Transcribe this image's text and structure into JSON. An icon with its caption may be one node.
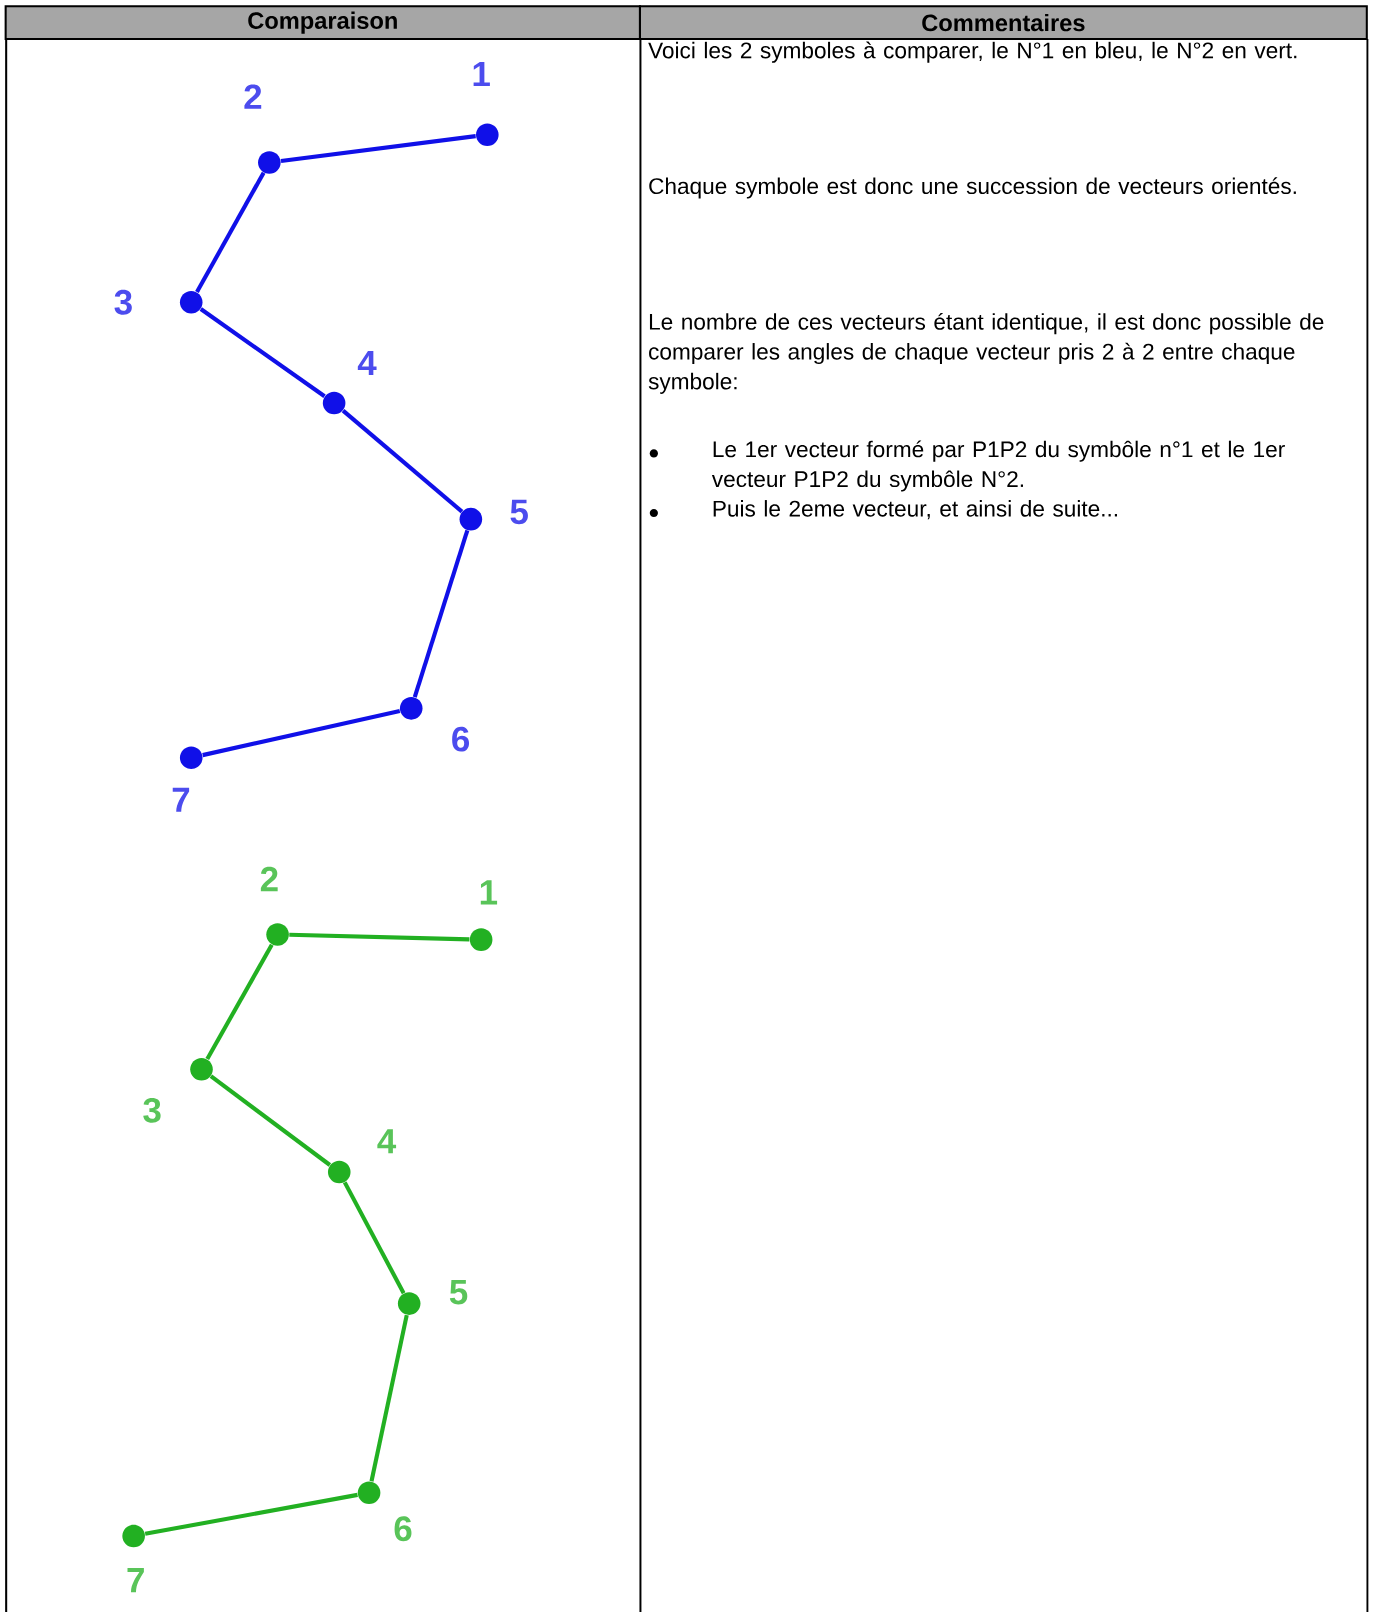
{
  "diagram": {
    "nodes": [
      {
        "text": [],
        "shape": "circle",
        "beside": [
          "1"
        ]
      },
      {
        "text": [],
        "shape": "circle",
        "beside": [
          "2"
        ]
      },
      {
        "text": [],
        "shape": "circle",
        "beside": [
          "3"
        ]
      },
      {
        "text": [],
        "shape": "circle",
        "beside": [
          "4"
        ]
      },
      {
        "text": [],
        "shape": "circle",
        "beside": [
          "5"
        ]
      },
      {
        "text": [],
        "shape": "circle",
        "beside": [
          "6"
        ]
      },
      {
        "text": [],
        "shape": "circle",
        "beside": [
          "7"
        ]
      },
      {
        "text": [],
        "shape": "circle",
        "beside": [
          "1"
        ]
      },
      {
        "text": [],
        "shape": "circle",
        "beside": [
          "2"
        ]
      },
      {
        "text": [],
        "shape": "circle",
        "beside": [
          "3"
        ]
      },
      {
        "text": [],
        "shape": "circle",
        "beside": [
          "4"
        ]
      },
      {
        "text": [],
        "shape": "circle",
        "beside": [
          "5"
        ]
      },
      {
        "text": [],
        "shape": "circle",
        "beside": [
          "6"
        ]
      },
      {
        "text": [],
        "shape": "circle",
        "beside": [
          "7"
        ]
      }
    ],
    "edges": [
      {
        "from": 0,
        "to": 1,
        "arrow": "none",
        "color": "#1010e8"
      },
      {
        "from": 1,
        "to": 2,
        "arrow": "none",
        "color": "#1010e8"
      },
      {
        "from": 2,
        "to": 3,
        "arrow": "none",
        "color": "#1010e8"
      },
      {
        "from": 3,
        "to": 4,
        "arrow": "none",
        "color": "#1010e8"
      },
      {
        "from": 4,
        "to": 5,
        "arrow": "none",
        "color": "#1010e8"
      },
      {
        "from": 5,
        "to": 6,
        "arrow": "none",
        "color": "#1010e8"
      },
      {
        "from": 7,
        "to": 8,
        "arrow": "none",
        "color": "#22b022"
      },
      {
        "from": 8,
        "to": 9,
        "arrow": "none",
        "color": "#22b022"
      },
      {
        "from": 9,
        "to": 10,
        "arrow": "none",
        "color": "#22b022"
      },
      {
        "from": 10,
        "to": 11,
        "arrow": "none",
        "color": "#22b022"
      },
      {
        "from": 11,
        "to": 12,
        "arrow": "none",
        "color": "#22b022"
      },
      {
        "from": 12,
        "to": 13,
        "arrow": "none",
        "color": "#22b022"
      }
    ],
    "labels": [
      "Comparaison",
      "Commentaires",
      "Voici les 2 symboles à comparer, le N°1 en bleu, le N°2 en vert.",
      "Chaque symbole est donc une succession de vecteurs orientés.",
      "Le nombre de ces vecteurs étant identique, il est donc possible de comparer les angles de chaque vecteur pris 2 à 2 entre chaque symbole:",
      "Le 1er vecteur formé par P1P2 du symbôle n°1 et le 1er vecteur P1P2 du symbôle N°2.",
      "Puis le 2eme vecteur, et ainsi de suite..."
    ]
  }
}
